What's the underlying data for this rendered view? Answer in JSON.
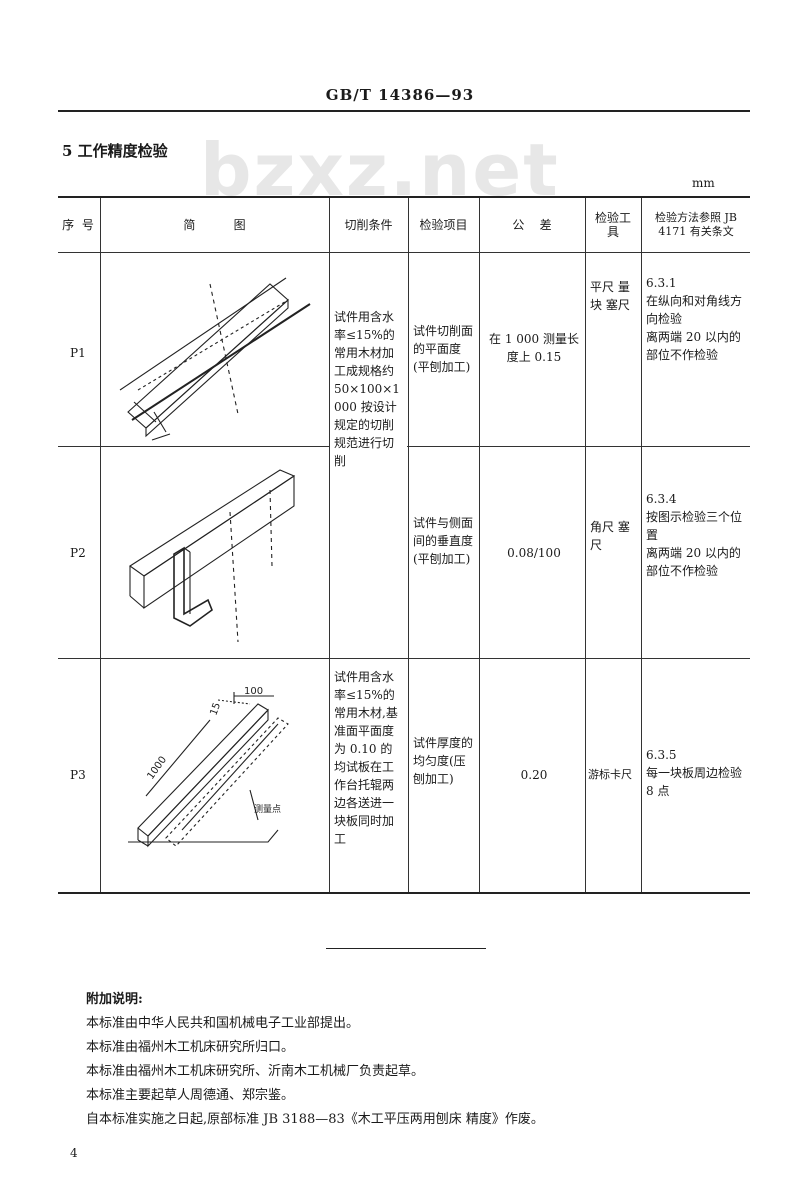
{
  "header": {
    "standard_number": "GB/T 14386—93"
  },
  "watermark": "bzxz.net",
  "section": {
    "title": "5  工作精度检验"
  },
  "table": {
    "unit": "mm",
    "headers": {
      "seq": "序 号",
      "diagram": "简          图",
      "condition": "切削条件",
      "item": "检验项目",
      "tolerance": "公    差",
      "tool": "检验工具",
      "method": "检验方法参照 JB 4171 有关条文"
    },
    "shared_condition_upper": "试件用含水率≤15%的常用木材加工成规格约 50×100×1 000 按设计规定的切削规范进行切削",
    "rows": [
      {
        "seq": "P1",
        "item": "试件切削面的平面度(平刨加工)",
        "tolerance": "在 1 000 测量长度上 0.15",
        "tool": "平尺 量块 塞尺",
        "method_ref": "6.3.1",
        "method_text": "在纵向和对角线方向检验\n离两端 20 以内的部位不作检验"
      },
      {
        "seq": "P2",
        "item": "试件与侧面间的垂直度(平刨加工)",
        "tolerance": "0.08/100",
        "tool": "角尺 塞尺",
        "method_ref": "6.3.4",
        "method_text": "按图示检验三个位置\n离两端 20 以内的部位不作检验"
      },
      {
        "seq": "P3",
        "condition": "试件用含水率≤15%的常用木材,基准面平面度为 0.10 的均试板在工作台托辊两边各送进一块板同时加工",
        "item": "试件厚度的均匀度(压刨加工)",
        "tolerance": "0.20",
        "tool": "游标卡尺",
        "method_ref": "6.3.5",
        "method_text": "每一块板周边检验 8 点"
      }
    ],
    "diagram_labels": {
      "dim_100": "100",
      "dim_15": "15",
      "dim_1000": "1000",
      "side_label": "测量点"
    }
  },
  "note": {
    "title": "附加说明:",
    "lines": [
      "本标准由中华人民共和国机械电子工业部提出。",
      "本标准由福州木工机床研究所归口。",
      "本标准由福州木工机床研究所、沂南木工机械厂负责起草。",
      "本标准主要起草人周德通、郑宗鉴。",
      "自本标准实施之日起,原部标准 JB 3188—83《木工平压两用刨床  精度》作废。"
    ]
  },
  "page_number": "4"
}
